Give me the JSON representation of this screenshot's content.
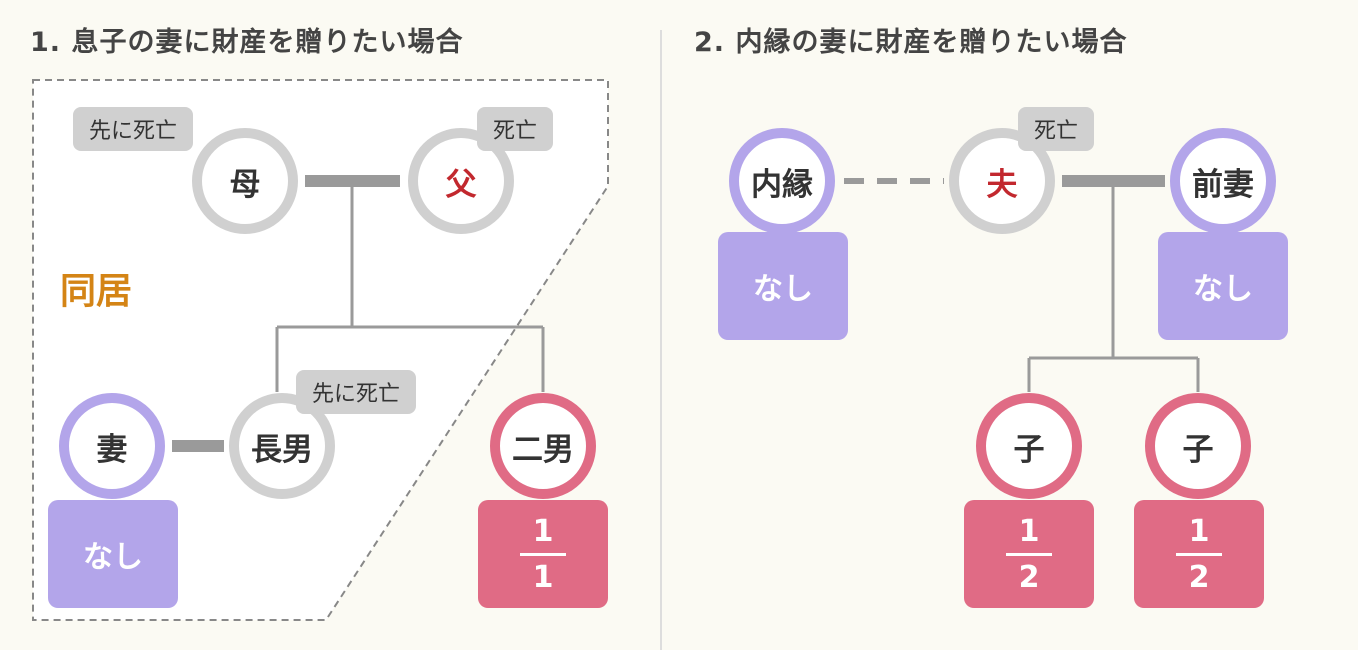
{
  "colors": {
    "background": "#fbfaf3",
    "deceased_border": "#d0d0d0",
    "spouse_border": "#b3a5ea",
    "heir_border": "#e06b85",
    "decedent_text": "#c2282e",
    "cohabit_text": "#d48415"
  },
  "section1": {
    "title": "1. 息子の妻に財産を贈りたい場合",
    "cohabit_label": "同居",
    "mother": {
      "label": "母",
      "tag": "先に死亡"
    },
    "father": {
      "label": "父",
      "tag": "死亡"
    },
    "wife": {
      "label": "妻",
      "share": "なし"
    },
    "eldest_son": {
      "label": "長男",
      "tag": "先に死亡"
    },
    "second_son": {
      "label": "二男",
      "share_num": "1",
      "share_den": "1"
    }
  },
  "section2": {
    "title": "2. 内縁の妻に財産を贈りたい場合",
    "partner": {
      "label": "内縁",
      "share": "なし"
    },
    "husband": {
      "label": "夫",
      "tag": "死亡"
    },
    "ex_wife": {
      "label": "前妻",
      "share": "なし"
    },
    "child1": {
      "label": "子",
      "share_num": "1",
      "share_den": "2"
    },
    "child2": {
      "label": "子",
      "share_num": "1",
      "share_den": "2"
    }
  }
}
